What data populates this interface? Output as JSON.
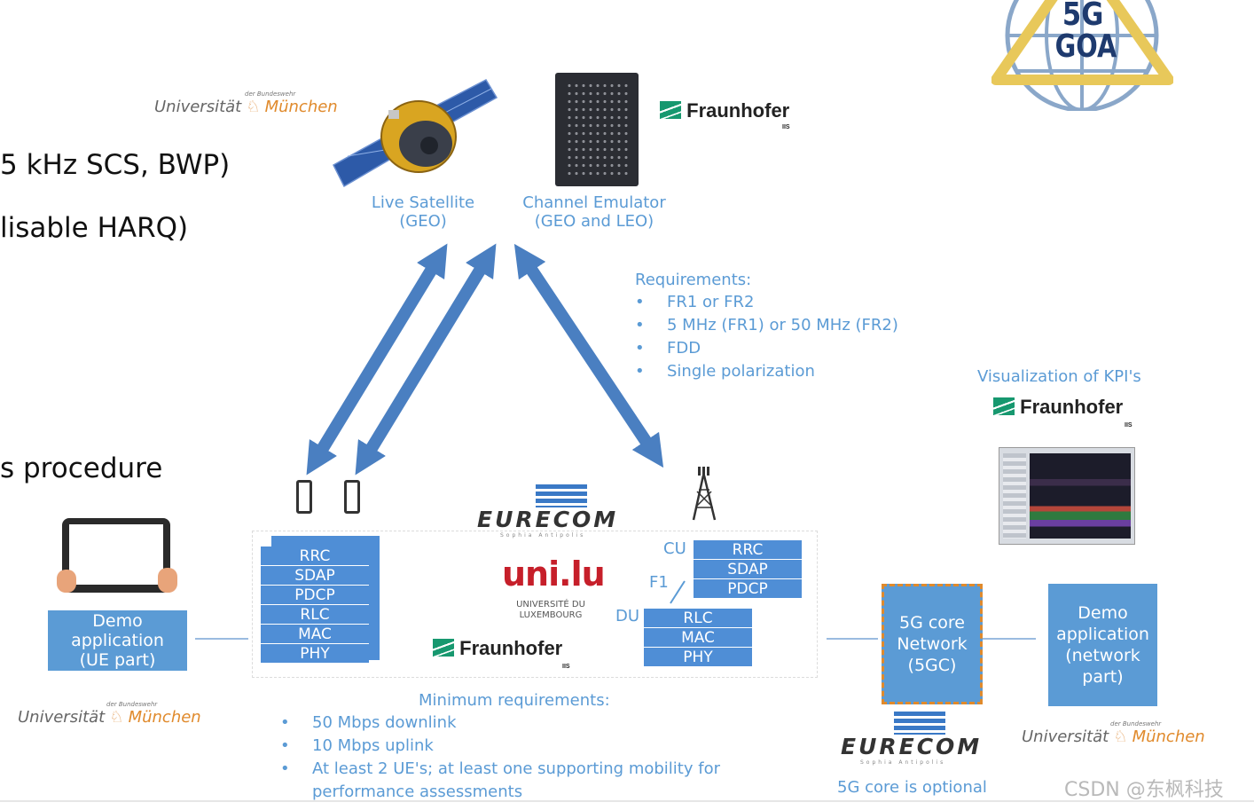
{
  "slide_text": {
    "line1": "5 kHz SCS, BWP)",
    "line2": "lisable HARQ)",
    "line3": "s procedure"
  },
  "logo_5g": {
    "line1": "5G",
    "line2": "GOA"
  },
  "satellite": {
    "caption_line1": "Live Satellite",
    "caption_line2": "(GEO)"
  },
  "emulator": {
    "caption_line1": "Channel Emulator",
    "caption_line2": "(GEO and LEO)"
  },
  "fraunhofer": {
    "name": "Fraunhofer",
    "sub": "IIS"
  },
  "unibw": {
    "part1": "Universität",
    "part2": "München",
    "small": "der Bundeswehr"
  },
  "requirements": {
    "title": "Requirements:",
    "items": [
      "FR1 or FR2",
      "5 MHz (FR1) or 50 MHz (FR2)",
      "FDD",
      "Single polarization"
    ]
  },
  "kpi": {
    "title": "Visualization of KPI's"
  },
  "ue_stack": [
    "RRC",
    "SDAP",
    "PDCP",
    "RLC",
    "MAC",
    "PHY"
  ],
  "cu_stack": [
    "RRC",
    "SDAP",
    "PDCP"
  ],
  "du_stack": [
    "RLC",
    "MAC",
    "PHY"
  ],
  "labels": {
    "cu": "CU",
    "du": "DU",
    "f1": "F1"
  },
  "eurecom": {
    "name": "EURECOM",
    "sub": "Sophia Antipolis"
  },
  "unilu": {
    "logo": "uni.lu",
    "line1": "UNIVERSITÉ DU",
    "line2": "LUXEMBOURG"
  },
  "demo_ue": {
    "line1": "Demo",
    "line2": "application",
    "line3": "(UE part)"
  },
  "core": {
    "line1": "5G core",
    "line2": "Network",
    "line3": "(5GC)",
    "note": "5G core is optional"
  },
  "demo_net": {
    "line1": "Demo",
    "line2": "application",
    "line3": "(network",
    "line4": "part)"
  },
  "min_req": {
    "title": "Minimum requirements:",
    "items": [
      "50 Mbps downlink",
      "10 Mbps uplink",
      "At least 2 UE's; at least one supporting mobility for",
      "performance assessments"
    ]
  },
  "watermark": "CSDN @东枫科技",
  "colors": {
    "accent": "#5b9bd5",
    "arrow": "#4a7fc1",
    "orange": "#e08a2c"
  }
}
